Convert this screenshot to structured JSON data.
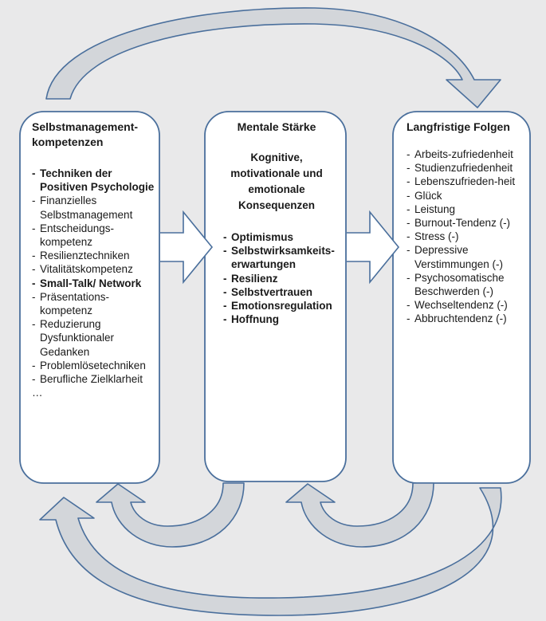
{
  "left": {
    "title_line1": "Selbstmanagement-",
    "title_line2": "kompetenzen",
    "items": [
      {
        "text": "Techniken der Positiven Psychologie",
        "bold": true
      },
      {
        "text": "Finanzielles Selbstmanagement",
        "bold": false
      },
      {
        "text": "Entscheidungs-kompetenz",
        "bold": false
      },
      {
        "text": "Resilienztechniken",
        "bold": false
      },
      {
        "text": "Vitalitätskompetenz",
        "bold": false
      },
      {
        "text": "Small-Talk/ Network",
        "bold": true
      },
      {
        "text": "Präsentations-kompetenz",
        "bold": false
      },
      {
        "text": "Reduzierung Dysfunktionaler Gedanken",
        "bold": false
      },
      {
        "text": "Problemlösetechniken",
        "bold": false
      },
      {
        "text": "Berufliche Zielklarheit",
        "bold": false
      }
    ],
    "ellipsis": "…"
  },
  "middle": {
    "title": "Mentale Stärke",
    "subtitle_lines": [
      "Kognitive,",
      "motivationale und",
      "emotionale",
      "Konsequenzen"
    ],
    "items": [
      "Optimismus",
      "Selbstwirksamkeits-erwartungen",
      "Resilienz",
      "Selbstvertrauen",
      "Emotionsregulation",
      "Hoffnung"
    ]
  },
  "right": {
    "title": "Langfristige Folgen",
    "items": [
      "Arbeits-zufriedenheit",
      "Studienzufriedenheit",
      "Lebenszufrieden-heit",
      "Glück",
      "Leistung",
      "Burnout-Tendenz (-)",
      "Stress (-)",
      "Depressive Verstimmungen (-)",
      "Psychosomatische Beschwerden (-)",
      "Wechseltendenz (-)",
      "Abbruchtendenz (-)"
    ]
  },
  "colors": {
    "stroke": "#4a6f9c",
    "box_fill": "#ffffff",
    "arrow_fill": "#d3d6da",
    "background": "#e9e9ea"
  }
}
